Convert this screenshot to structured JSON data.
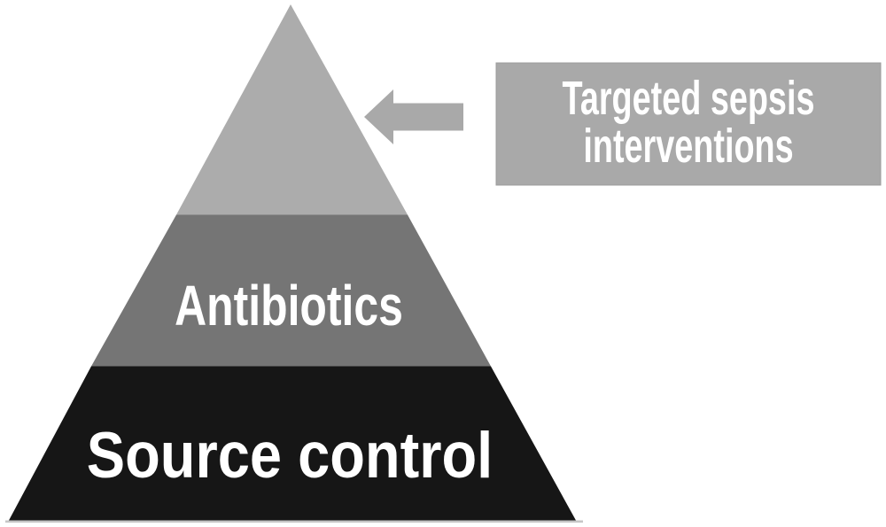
{
  "figure": {
    "type": "pyramid-diagram",
    "background_color": "#ffffff",
    "pyramid": {
      "levels": [
        {
          "name": "top",
          "label": "",
          "color": "#acacac"
        },
        {
          "name": "middle",
          "label": "Antibiotics",
          "color": "#757575",
          "label_color": "#ffffff"
        },
        {
          "name": "bottom",
          "label": "Source control",
          "color": "#161616",
          "label_color": "#ffffff"
        }
      ]
    },
    "arrow": {
      "direction": "left",
      "color": "#a9a9a9"
    },
    "callout": {
      "line1": "Targeted sepsis",
      "line2": "interventions",
      "text": "Targeted sepsis interventions",
      "fill_color": "#a9a9a9",
      "text_color": "#ffffff"
    }
  }
}
